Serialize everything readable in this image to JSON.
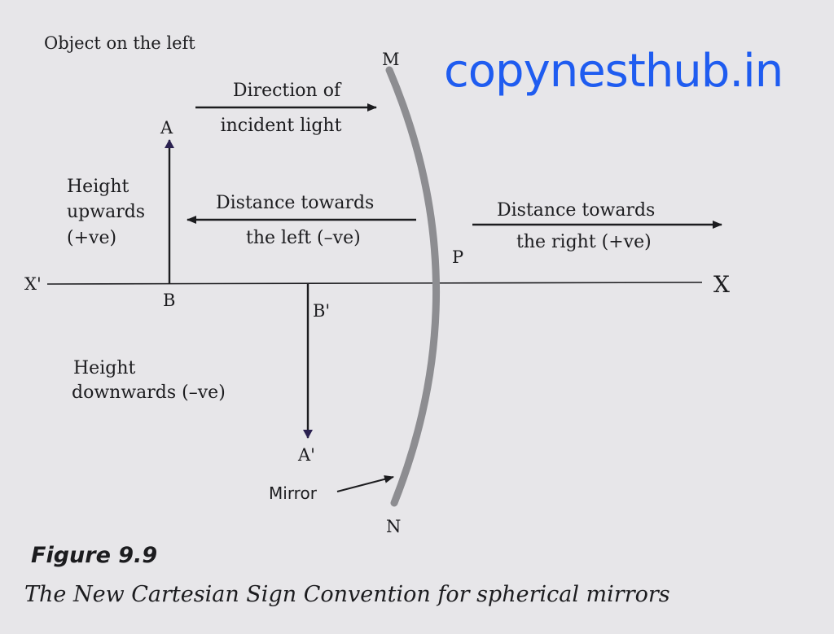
{
  "watermark": "copynesthub.in",
  "diagram": {
    "object_note": "Object on the left",
    "incident": {
      "line1": "Direction of",
      "line2": "incident light"
    },
    "dist_left": {
      "line1": "Distance towards",
      "line2": "the left (–ve)"
    },
    "dist_right": {
      "line1": "Distance towards",
      "line2": "the right (+ve)"
    },
    "height_up": {
      "line1": "Height",
      "line2": "upwards",
      "line3": "(+ve)"
    },
    "height_down": {
      "line1": "Height",
      "line2": "downwards (–ve)"
    },
    "mirror_label": "Mirror",
    "points": {
      "M": "M",
      "N": "N",
      "P": "P",
      "A": "A",
      "B": "B",
      "A_prime": "A'",
      "B_prime": "B'",
      "X": "X",
      "X_prime": "X'"
    }
  },
  "figure": {
    "title": "Figure 9.9",
    "caption": "The New Cartesian Sign Convention for spherical mirrors"
  },
  "colors": {
    "background": "#e7e6e9",
    "ink": "#1c1c1f",
    "mirror": "#8d8d91",
    "arrow_tip": "#2a2150",
    "watermark": "#1f5cf0"
  }
}
